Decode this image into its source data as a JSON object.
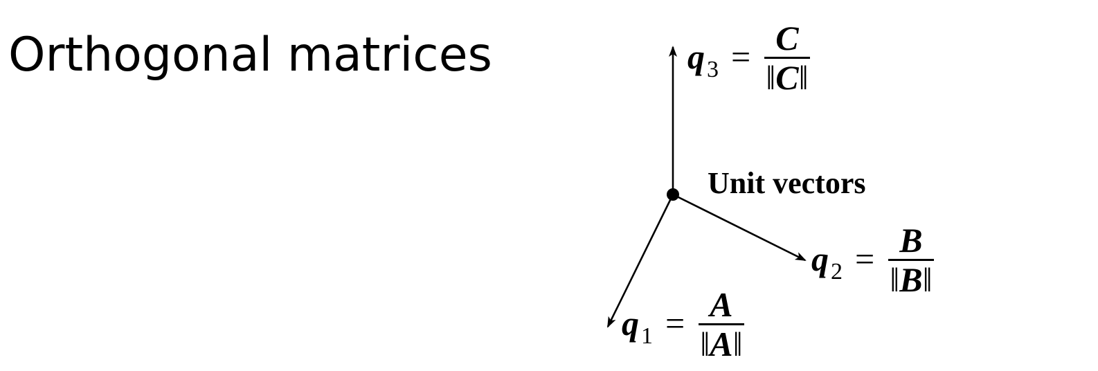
{
  "title": "Orthogonal matrices",
  "diagram": {
    "center_label": "Unit vectors",
    "vectors": [
      {
        "name": "q",
        "subscript": "3",
        "numerator": "C",
        "denominator_open": "‖",
        "denominator_var": "C",
        "denominator_close": "‖"
      },
      {
        "name": "q",
        "subscript": "2",
        "numerator": "B",
        "denominator_open": "‖",
        "denominator_var": "B",
        "denominator_close": "‖"
      },
      {
        "name": "q",
        "subscript": "1",
        "numerator": "A",
        "denominator_open": "‖",
        "denominator_var": "A",
        "denominator_close": "‖"
      }
    ],
    "equals": "="
  }
}
